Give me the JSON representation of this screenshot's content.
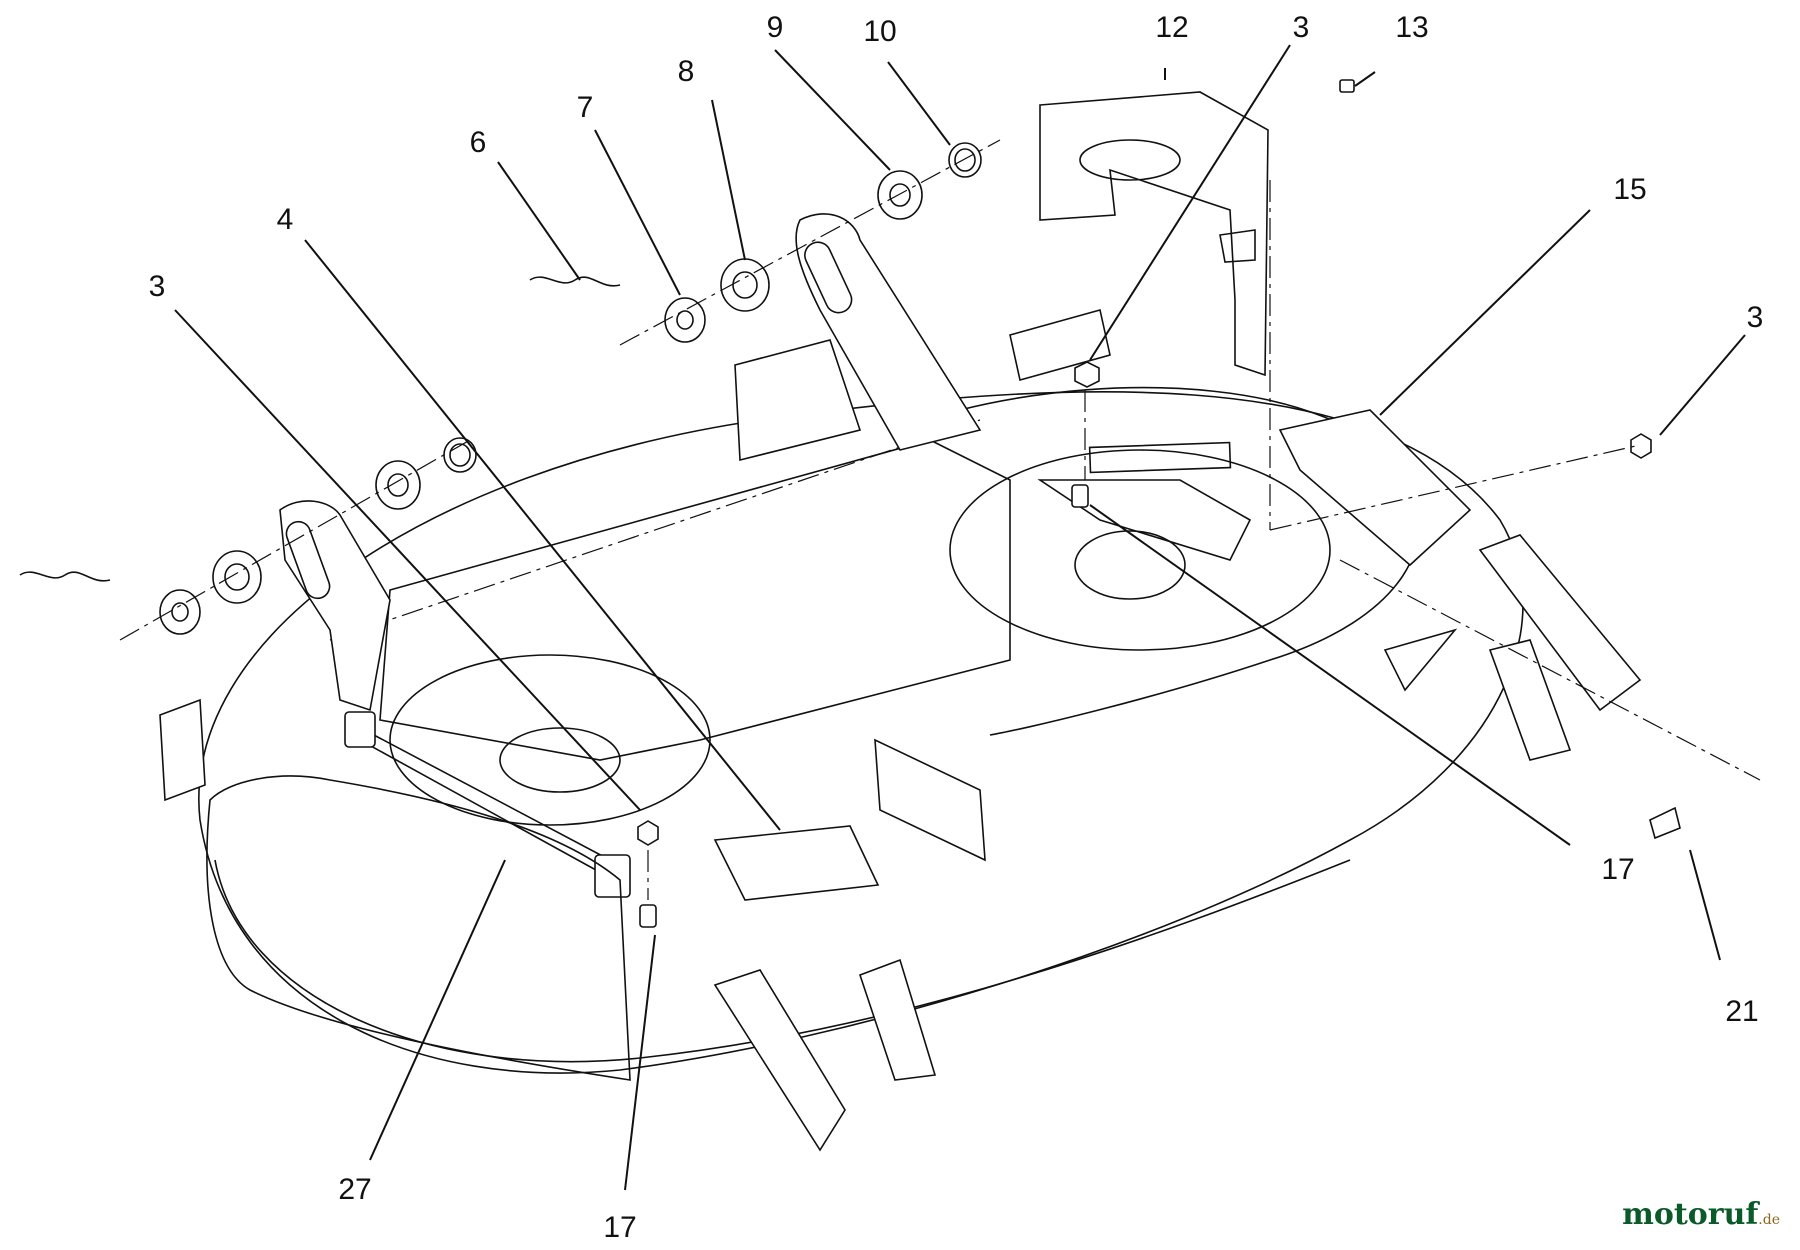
{
  "diagram": {
    "type": "exploded-parts-view",
    "callouts": [
      {
        "id": "c12",
        "text": "12"
      },
      {
        "id": "c3a",
        "text": "3"
      },
      {
        "id": "c13",
        "text": "13"
      },
      {
        "id": "c9",
        "text": "9"
      },
      {
        "id": "c10",
        "text": "10"
      },
      {
        "id": "c8",
        "text": "8"
      },
      {
        "id": "c7",
        "text": "7"
      },
      {
        "id": "c6",
        "text": "6"
      },
      {
        "id": "c4",
        "text": "4"
      },
      {
        "id": "c3b",
        "text": "3"
      },
      {
        "id": "c15",
        "text": "15"
      },
      {
        "id": "c3c",
        "text": "3"
      },
      {
        "id": "c17a",
        "text": "17"
      },
      {
        "id": "c21",
        "text": "21"
      },
      {
        "id": "c27",
        "text": "27"
      },
      {
        "id": "c17b",
        "text": "17"
      }
    ]
  },
  "watermark": {
    "main": "motoruf",
    "suffix": ".de"
  }
}
